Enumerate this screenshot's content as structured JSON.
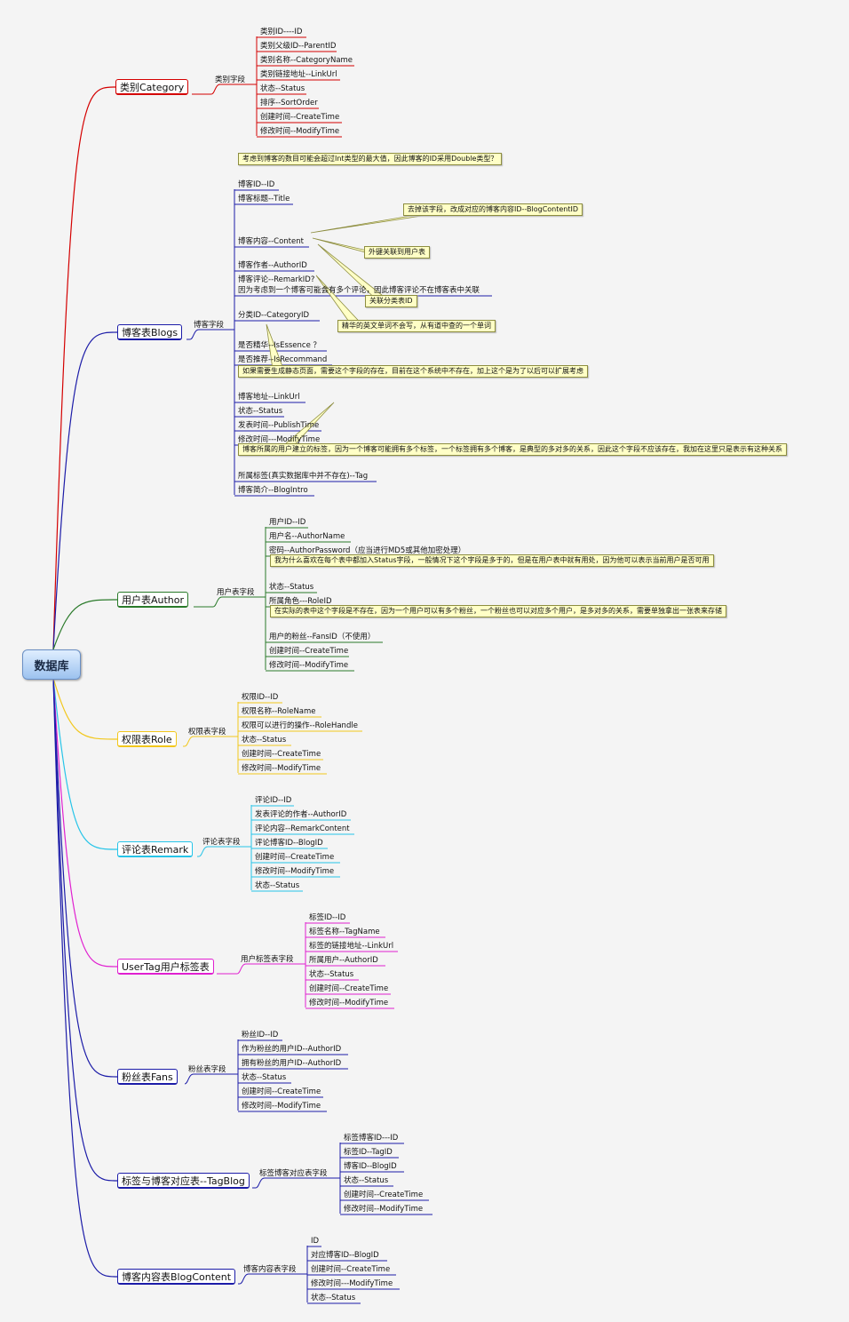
{
  "root": {
    "label": "数据库"
  },
  "colors": {
    "category": "#d40000",
    "blogs": "#1c1ca8",
    "author": "#2a7a2a",
    "role": "#f2c71c",
    "remark": "#26c4e8",
    "usertag": "#e020d0",
    "fans": "#1c1ca8",
    "tagblog": "#1c1ca8",
    "content": "#1c1ca8"
  },
  "category": {
    "label": "类别Category",
    "group": "类别字段",
    "fields": [
      "类别ID----ID",
      "类别父级ID--ParentID",
      "类别名称--CategoryName",
      "类别链接地址--LinkUrl",
      "状态--Status",
      "排序--SortOrder",
      "创建时间--CreateTime",
      "修改时间--ModifyTime"
    ]
  },
  "blogs": {
    "label": "博客表Blogs",
    "group": "博客字段",
    "fields": [
      "博客ID--ID",
      "博客标题--Title",
      "博客内容--Content",
      "博客作者--AuthorID",
      "博客评论--RemarkID?",
      "因为考虑到一个博客可能会有多个评论，因此博客评论不在博客表中关联",
      "分类ID--CategoryID",
      "是否精华--IsEssence ？",
      "是否推荐--IsRecommand",
      "博客地址--LinkUrl",
      "状态--Status",
      "发表时间--PublishTime",
      "修改时间---ModifyTime",
      "所属标签(真实数据库中并不存在)--Tag",
      "博客简介--BlogIntro"
    ],
    "notes": [
      "考虑到博客的数目可能会超过Int类型的最大值，因此博客的ID采用Double类型？",
      "去掉该字段，改成对应的博客内容ID--BlogContentID",
      "外键关联到用户表",
      "关联分类表ID",
      "精华的英文单词不会写，从有道中查的一个单词",
      "如果需要生成静态页面，需要这个字段的存在，目前在这个系统中不存在，加上这个是为了以后可以扩展考虑",
      "博客所属的用户建立的标签，因为一个博客可能拥有多个标签，一个标签拥有多个博客，是典型的多对多的关系，因此这个字段不应该存在，我加在这里只是表示有这种关系"
    ]
  },
  "author": {
    "label": "用户表Author",
    "group": "用户表字段",
    "fields": [
      "用户ID--ID",
      "用户名--AuthorName",
      "密码--AuthorPassword（应当进行MD5或其他加密处理）",
      "状态--Status",
      "所属角色---RoleID",
      "用户的粉丝--FansID（不使用）",
      "创建时间--CreateTime",
      "修改时间--ModifyTime"
    ],
    "notes": [
      "我为什么喜欢在每个表中都加入Status字段，一般情况下这个字段是多于的，但是在用户表中就有用处，因为他可以表示当前用户是否可用",
      "在实际的表中这个字段是不存在，因为一个用户可以有多个粉丝，一个粉丝也可以对应多个用户，是多对多的关系，需要单独拿出一张表来存储"
    ]
  },
  "role": {
    "label": "权限表Role",
    "group": "权限表字段",
    "fields": [
      "权限ID--ID",
      "权限名称--RoleName",
      "权限可以进行的操作--RoleHandle",
      "状态--Status",
      "创建时间--CreateTime",
      "修改时间--ModifyTime"
    ]
  },
  "remark": {
    "label": "评论表Remark",
    "group": "评论表字段",
    "fields": [
      "评论ID--ID",
      "发表评论的作者--AuthorID",
      "评论内容--RemarkContent",
      "评论博客ID--BlogID",
      "创建时间--CreateTime",
      "修改时间--ModifyTime",
      "状态--Status"
    ]
  },
  "usertag": {
    "label": "UserTag用户标签表",
    "group": "用户标签表字段",
    "fields": [
      "标签ID--ID",
      "标签名称--TagName",
      "标签的链接地址--LinkUrl",
      "所属用户--AuthorID",
      "状态--Status",
      "创建时间--CreateTime",
      "修改时间--ModifyTime"
    ]
  },
  "fans": {
    "label": "粉丝表Fans",
    "group": "粉丝表字段",
    "fields": [
      "粉丝ID--ID",
      "作为粉丝的用户ID--AuthorID",
      "拥有粉丝的用户ID--AuthorID",
      "状态--Status",
      "创建时间--CreateTime",
      "修改时间--ModifyTime"
    ]
  },
  "tagblog": {
    "label": "标签与博客对应表--TagBlog",
    "group": "标签博客对应表字段",
    "fields": [
      "标签博客ID---ID",
      "标签ID--TagID",
      "博客ID--BlogID",
      "状态--Status",
      "创建时间--CreateTime",
      "修改时间--ModifyTime"
    ]
  },
  "content": {
    "label": "博客内容表BlogContent",
    "group": "博客内容表字段",
    "fields": [
      "ID",
      "对应博客ID--BlogID",
      "创建时间--CreateTime",
      "修改时间---ModifyTime",
      "状态--Status"
    ]
  }
}
